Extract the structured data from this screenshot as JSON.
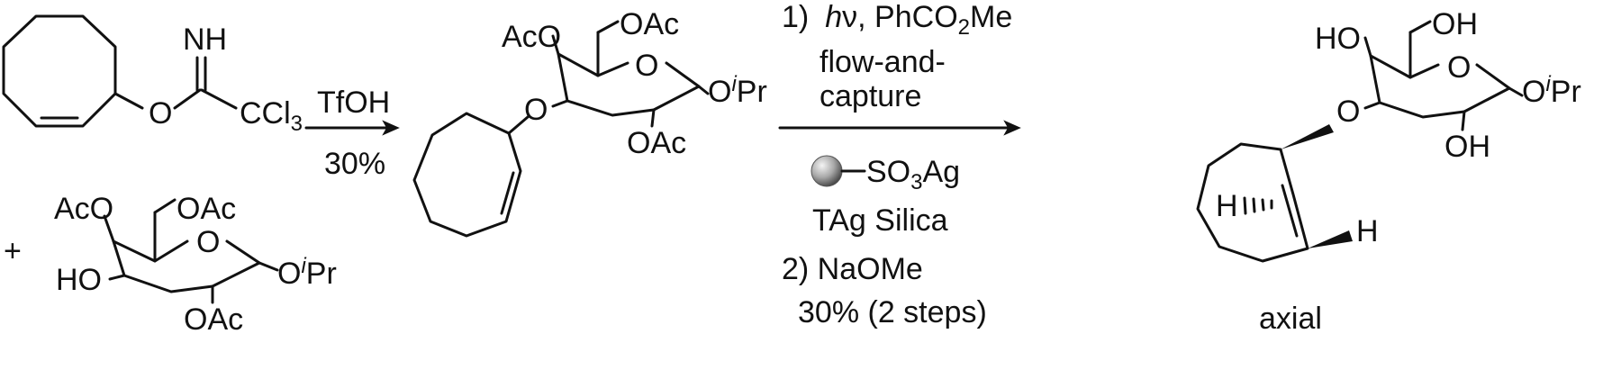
{
  "reactant1": {
    "imine": "NH",
    "ether_o": "O",
    "ccl3_main": "CCl",
    "ccl3_sub": "3"
  },
  "plus": "+",
  "reactant2": {
    "aco_top": "AcO",
    "oac_top": "OAc",
    "ring_o": "O",
    "ho": "HO",
    "o_anomeric": "O",
    "ipr_i": "i",
    "ipr_pr": "Pr",
    "oac_bottom": "OAc"
  },
  "step1": {
    "reagent": "TfOH",
    "yield": "30%"
  },
  "intermediate": {
    "aco_top": "AcO",
    "oac_top": "OAc",
    "ring_o": "O",
    "link_o": "O",
    "o_anomeric": "O",
    "ipr_i": "i",
    "ipr_pr": "Pr",
    "oac_bottom": "OAc"
  },
  "step2": {
    "cond1_num": "1)",
    "hv_h": "h",
    "hv_v": "ν",
    "cond1_rest": ", PhCO",
    "cond1_sub": "2",
    "cond1_me": "Me",
    "flow1": "flow-and-",
    "flow2": "capture",
    "tag_so3_a": "SO",
    "tag_so3_sub": "3",
    "tag_so3_b": "Ag",
    "tag_name": "TAg Silica",
    "cond2": "2) NaOMe",
    "yield": "30% (2 steps)"
  },
  "product": {
    "ho_top": "HO",
    "oh_top": "OH",
    "ring_o": "O",
    "link_o": "O",
    "o_anomeric": "O",
    "ipr_i": "i",
    "ipr_pr": "Pr",
    "oh_bottom": "OH",
    "h_left": "H",
    "h_right": "H",
    "caption": "axial"
  },
  "colors": {
    "ink": "#111111",
    "sphere_light": "#f4f4f4",
    "sphere_dark": "#4a4a4a"
  }
}
